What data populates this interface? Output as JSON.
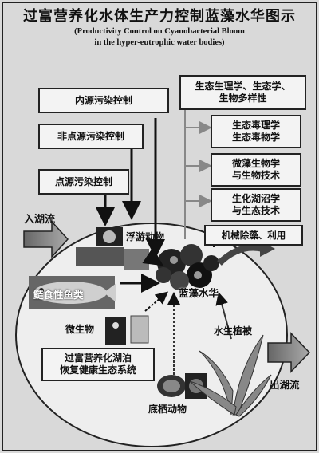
{
  "diagram": {
    "title": "过富营养化水体生产力控制蓝藻水华图示",
    "subtitle_line1": "(Productivity Control on Cyanobacterial Bloom",
    "subtitle_line2": "in the hyper-eutrophic water bodies)",
    "controls": {
      "internal": "内源污染控制",
      "nonpoint": "非点源污染控制",
      "point": "点源污染控制"
    },
    "disciplines": [
      {
        "line1": "生态生理学、生态学、",
        "line2": "生物多样性"
      },
      {
        "line1": "生态毒理学",
        "line2": "生态毒物学"
      },
      {
        "line1": "微藻生物学",
        "line2": "与生物技术"
      },
      {
        "line1": "生化湖沼学",
        "line2": "与生态技术"
      }
    ],
    "inflow": "入湖流",
    "outflow": "出湖流",
    "zooplankton": "浮游动物",
    "mechanical": "机械除藻、利用",
    "bloom": "蓝藻水华",
    "fish": "鲢食性鱼类",
    "microbes": "微生物",
    "aquatic_plants": "水生植被",
    "restore_line1": "过富营养化湖泊",
    "restore_line2": "恢复健康生态系统",
    "benthos": "底栖动物"
  }
}
